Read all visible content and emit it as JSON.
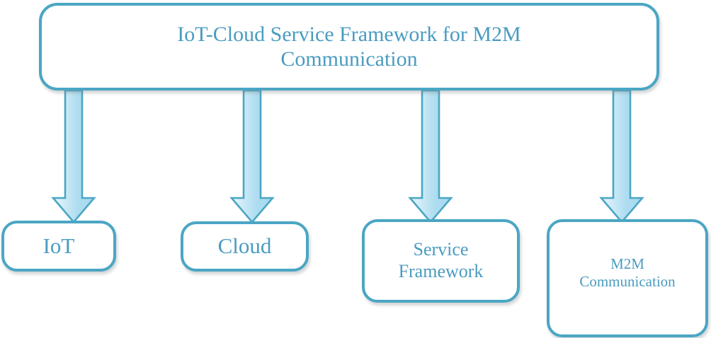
{
  "diagram": {
    "type": "hierarchy-tree",
    "title": "IoT-Cloud Service Framework for M2M Communication",
    "root": {
      "id": "root",
      "label_line1": "IoT-Cloud Service Framework for M2M",
      "label_line2": "Communication",
      "label_full": "IoT-Cloud Service Framework for M2M Communication"
    },
    "children": [
      {
        "id": "iot",
        "label_line1": "IoT",
        "label_line2": "",
        "label_full": "IoT"
      },
      {
        "id": "cloud",
        "label_line1": "Cloud",
        "label_line2": "",
        "label_full": "Cloud"
      },
      {
        "id": "service",
        "label_line1": "Service",
        "label_line2": "Framework",
        "label_full": "Service Framework"
      },
      {
        "id": "m2m",
        "label_line1": "M2M",
        "label_line2": "Communication",
        "label_full": "M2M Communication"
      }
    ],
    "connectors": [
      {
        "id": "arrow-root-to-iot",
        "from": "root",
        "to": "iot",
        "icon": "down-block-arrow-icon"
      },
      {
        "id": "arrow-root-to-cloud",
        "from": "root",
        "to": "cloud",
        "icon": "down-block-arrow-icon"
      },
      {
        "id": "arrow-root-to-service",
        "from": "root",
        "to": "service",
        "icon": "down-block-arrow-icon"
      },
      {
        "id": "arrow-root-to-m2m",
        "from": "root",
        "to": "m2m",
        "icon": "down-block-arrow-icon"
      }
    ],
    "colors": {
      "border": "#4BA6C4",
      "text": "#4A9CC0",
      "arrow_stroke": "#4BA6C4",
      "arrow_fill_light": "#E4F4FB",
      "arrow_fill_mid": "#AEDDF0",
      "background": "#FFFFFF"
    }
  }
}
